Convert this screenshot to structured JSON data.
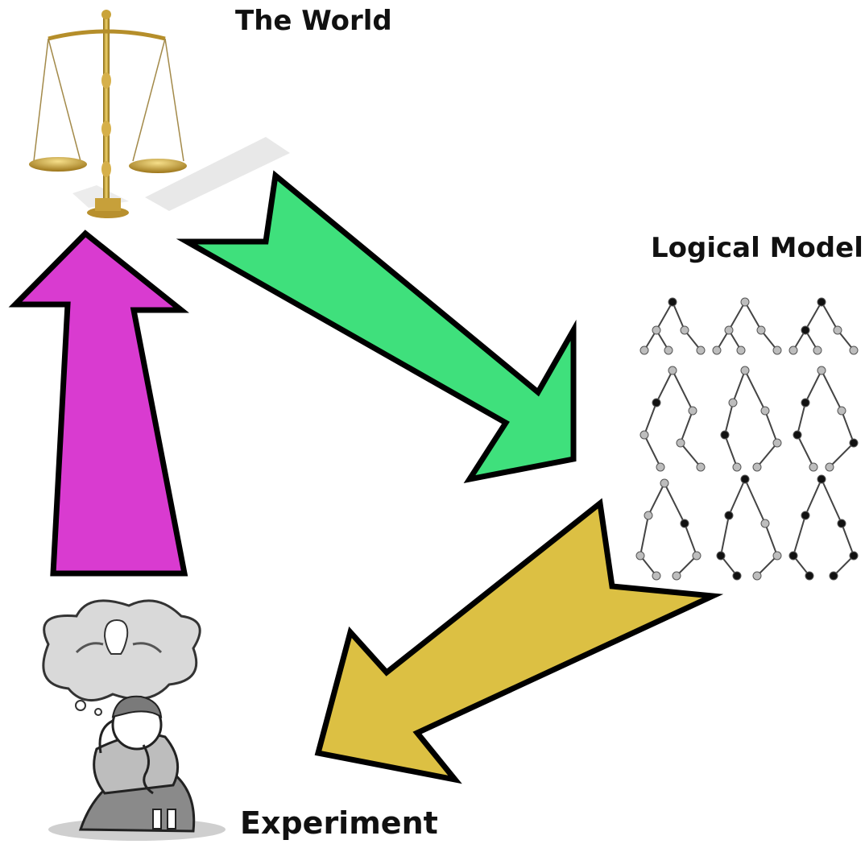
{
  "nodes": {
    "world": {
      "label": "The World",
      "icon": "scales-of-justice-icon"
    },
    "model": {
      "label": "Logical Model",
      "icon": "tree-diagram-grid-icon"
    },
    "experiment": {
      "label": "Experiment",
      "icon": "thinking-person-icon"
    }
  },
  "arrows": {
    "world_to_model": {
      "color": "#3fe07c"
    },
    "model_to_experiment": {
      "color": "#dcc043"
    },
    "experiment_to_world": {
      "color": "#d93bd0"
    }
  }
}
